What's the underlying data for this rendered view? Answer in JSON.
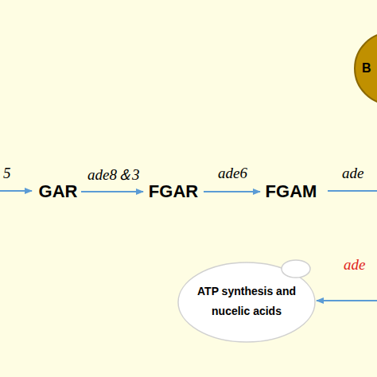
{
  "diagram": {
    "nodes": [
      {
        "text": [
          "GAR"
        ]
      },
      {
        "text": [
          "FGAR"
        ]
      },
      {
        "text": [
          "FGAM"
        ]
      },
      {
        "text": [
          "B"
        ]
      },
      {
        "text": [
          "ATP synthesis and nucelic acids"
        ]
      }
    ],
    "edges": [
      {
        "from": 0,
        "to": 1,
        "label": "ade8＆3",
        "arrow": "to"
      },
      {
        "from": 1,
        "to": 2,
        "label": "ade6",
        "arrow": "to"
      }
    ],
    "labels": [
      "5",
      "ade",
      "ade"
    ]
  }
}
